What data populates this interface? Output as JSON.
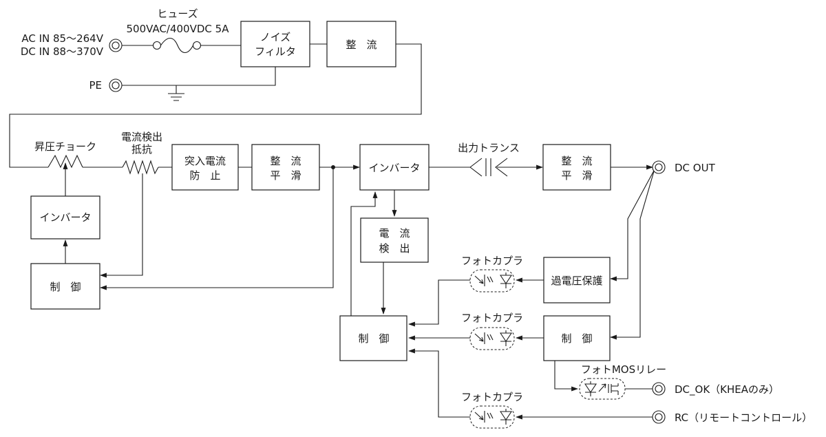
{
  "inputs": {
    "ac_in": "AC IN 85～264V",
    "dc_in": "DC IN 88～370V",
    "pe": "PE"
  },
  "fuse": {
    "title": "ヒューズ",
    "rating": "500VAC/400VDC 5A"
  },
  "blocks": {
    "noise_filter": [
      "ノイズ",
      "フィルタ"
    ],
    "rectifier_top": "整　流",
    "inrush": [
      "突入電流",
      "防　止"
    ],
    "rect_smooth_1": [
      "整　流",
      "平　滑"
    ],
    "inverter_main": "インバータ",
    "rect_smooth_2": [
      "整　流",
      "平　滑"
    ],
    "inverter_left": "インバータ",
    "control_left": "制　御",
    "current_detect": [
      "電　流",
      "検　出"
    ],
    "control_center": "制　御",
    "ovp": "過電圧保護",
    "control_right": "制　御"
  },
  "labels": {
    "boost_choke": "昇圧チョーク",
    "current_resistor": [
      "電流検出",
      "抵抗"
    ],
    "output_transformer": "出力トランス",
    "dc_out": "DC OUT",
    "photocoupler_1": "フォトカプラ",
    "photocoupler_2": "フォトカプラ",
    "photocoupler_3": "フォトカプラ",
    "photo_mos_relay": "フォトMOSリレー",
    "dc_ok": "DC_OK（KHEAのみ）",
    "rc": "RC（リモートコントロール）"
  }
}
